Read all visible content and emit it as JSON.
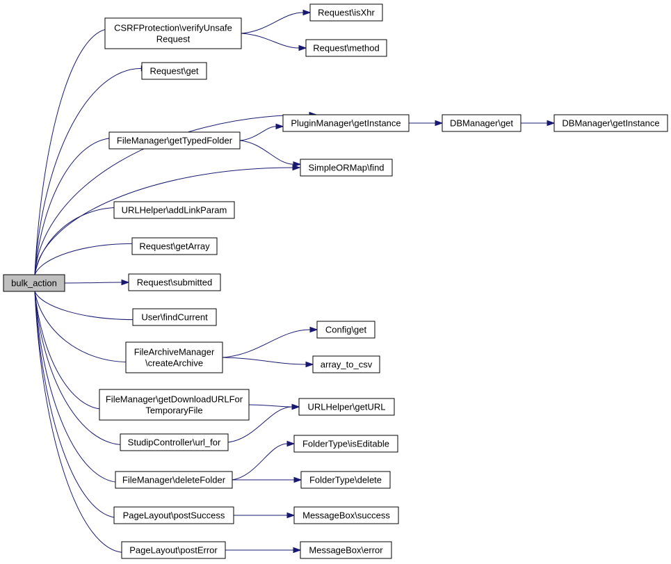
{
  "graph": {
    "colors": {
      "edge": "#191970",
      "root_fill": "#bfbfbf",
      "node_fill": "#ffffff",
      "node_stroke": "#000000"
    },
    "nodes": [
      {
        "id": "bulk_action",
        "lines": [
          "bulk_action"
        ],
        "root": true
      },
      {
        "id": "csrf",
        "lines": [
          "CSRFProtection\\verifyUnsafe",
          "Request"
        ]
      },
      {
        "id": "isxhr",
        "lines": [
          "Request\\isXhr"
        ]
      },
      {
        "id": "method",
        "lines": [
          "Request\\method"
        ]
      },
      {
        "id": "rget",
        "lines": [
          "Request\\get"
        ]
      },
      {
        "id": "plugin",
        "lines": [
          "PluginManager\\getInstance"
        ]
      },
      {
        "id": "dbget",
        "lines": [
          "DBManager\\get"
        ]
      },
      {
        "id": "dbinst",
        "lines": [
          "DBManager\\getInstance"
        ]
      },
      {
        "id": "typed",
        "lines": [
          "FileManager\\getTypedFolder"
        ]
      },
      {
        "id": "find",
        "lines": [
          "SimpleORMap\\find"
        ]
      },
      {
        "id": "addlink",
        "lines": [
          "URLHelper\\addLinkParam"
        ]
      },
      {
        "id": "getarray",
        "lines": [
          "Request\\getArray"
        ]
      },
      {
        "id": "submitted",
        "lines": [
          "Request\\submitted"
        ]
      },
      {
        "id": "findcur",
        "lines": [
          "User\\findCurrent"
        ]
      },
      {
        "id": "config",
        "lines": [
          "Config\\get"
        ]
      },
      {
        "id": "archive",
        "lines": [
          "FileArchiveManager",
          "\\createArchive"
        ]
      },
      {
        "id": "csv",
        "lines": [
          "array_to_csv"
        ]
      },
      {
        "id": "download",
        "lines": [
          "FileManager\\getDownloadURLFor",
          "TemporaryFile"
        ]
      },
      {
        "id": "geturl",
        "lines": [
          "URLHelper\\getURL"
        ]
      },
      {
        "id": "urlfor",
        "lines": [
          "StudipController\\url_for"
        ]
      },
      {
        "id": "iseditable",
        "lines": [
          "FolderType\\isEditable"
        ]
      },
      {
        "id": "delfolder",
        "lines": [
          "FileManager\\deleteFolder"
        ]
      },
      {
        "id": "ftdelete",
        "lines": [
          "FolderType\\delete"
        ]
      },
      {
        "id": "success",
        "lines": [
          "PageLayout\\postSuccess"
        ]
      },
      {
        "id": "msgsuccess",
        "lines": [
          "MessageBox\\success"
        ]
      },
      {
        "id": "error",
        "lines": [
          "PageLayout\\postError"
        ]
      },
      {
        "id": "msgerror",
        "lines": [
          "MessageBox\\error"
        ]
      }
    ],
    "edges": [
      [
        "bulk_action",
        "csrf"
      ],
      [
        "bulk_action",
        "rget"
      ],
      [
        "bulk_action",
        "plugin"
      ],
      [
        "bulk_action",
        "typed"
      ],
      [
        "bulk_action",
        "find"
      ],
      [
        "bulk_action",
        "addlink"
      ],
      [
        "bulk_action",
        "getarray"
      ],
      [
        "bulk_action",
        "submitted"
      ],
      [
        "bulk_action",
        "findcur"
      ],
      [
        "bulk_action",
        "archive"
      ],
      [
        "bulk_action",
        "download"
      ],
      [
        "bulk_action",
        "urlfor"
      ],
      [
        "bulk_action",
        "delfolder"
      ],
      [
        "bulk_action",
        "success"
      ],
      [
        "bulk_action",
        "error"
      ],
      [
        "csrf",
        "isxhr"
      ],
      [
        "csrf",
        "method"
      ],
      [
        "plugin",
        "dbget"
      ],
      [
        "dbget",
        "dbinst"
      ],
      [
        "typed",
        "plugin"
      ],
      [
        "typed",
        "find"
      ],
      [
        "archive",
        "config"
      ],
      [
        "archive",
        "csv"
      ],
      [
        "download",
        "geturl"
      ],
      [
        "urlfor",
        "geturl"
      ],
      [
        "delfolder",
        "iseditable"
      ],
      [
        "delfolder",
        "ftdelete"
      ],
      [
        "success",
        "msgsuccess"
      ],
      [
        "error",
        "msgerror"
      ]
    ]
  }
}
